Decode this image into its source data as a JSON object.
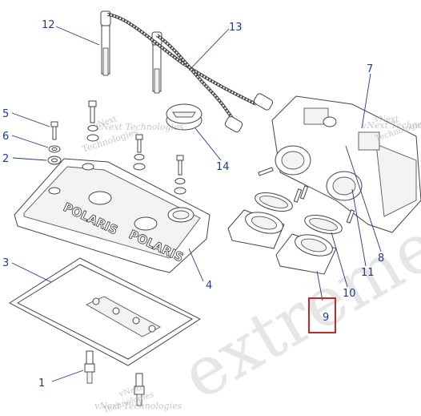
{
  "callouts": [
    {
      "id": "1",
      "label": "1"
    },
    {
      "id": "2",
      "label": "2"
    },
    {
      "id": "3",
      "label": "3"
    },
    {
      "id": "4",
      "label": "4"
    },
    {
      "id": "5",
      "label": "5"
    },
    {
      "id": "6",
      "label": "6"
    },
    {
      "id": "7",
      "label": "7"
    },
    {
      "id": "8",
      "label": "8"
    },
    {
      "id": "9",
      "label": "9"
    },
    {
      "id": "10",
      "label": "10"
    },
    {
      "id": "11",
      "label": "11"
    },
    {
      "id": "12",
      "label": "12"
    },
    {
      "id": "13",
      "label": "13"
    },
    {
      "id": "14",
      "label": "14"
    }
  ],
  "highlighted_callout": "9",
  "valve_cover_text": "POLARIS",
  "watermarks": {
    "brand_line_1": "vNext",
    "brand_line_2": "Technologies",
    "brand_full": "vNext Technologies",
    "big": "extreme"
  },
  "colors": {
    "callout": "#1f3a8a",
    "highlight_box": "#c62828"
  }
}
